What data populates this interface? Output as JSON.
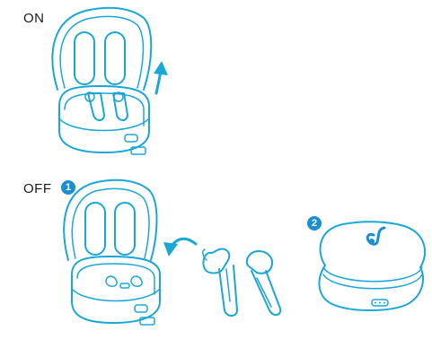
{
  "labels": {
    "on": "ON",
    "off": "OFF"
  },
  "steps": [
    {
      "number": "1"
    },
    {
      "number": "2"
    }
  ],
  "colors": {
    "line": "#1aa7d8",
    "badge": "#1a8fd0",
    "text": "#1a1a1a"
  }
}
